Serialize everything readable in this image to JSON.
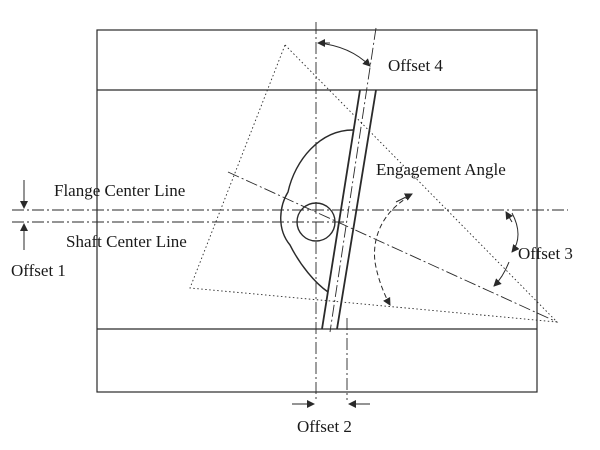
{
  "labels": {
    "offset4": "Offset 4",
    "engagement_angle": "Engagement Angle",
    "flange_center_line": "Flange Center Line",
    "shaft_center_line": "Shaft Center Line",
    "offset1": "Offset 1",
    "offset3": "Offset 3",
    "offset2": "Offset 2"
  },
  "colors": {
    "ink": "#2a2a2a",
    "background": "#ffffff"
  }
}
